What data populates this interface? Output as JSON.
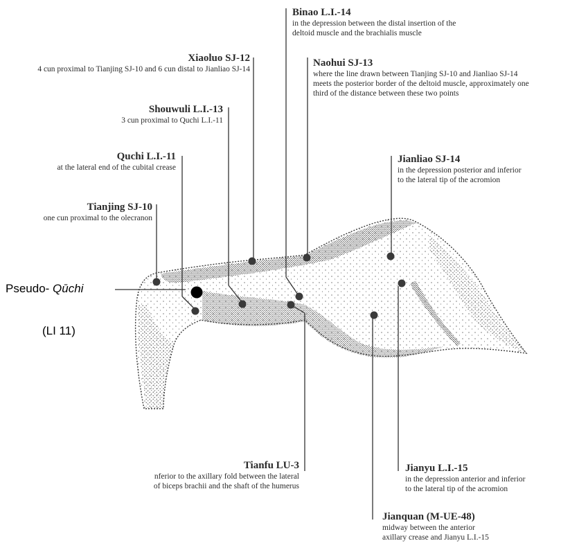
{
  "points": [
    {
      "id": "binao",
      "title": "Binao L.I.-14",
      "desc": [
        "in the depression between the distal insertion of the",
        "deltoid muscle and the brachialis muscle"
      ]
    },
    {
      "id": "xiaoluo",
      "title": "Xiaoluo SJ-12",
      "desc": [
        "4 cun proximal to Tianjing SJ-10 and 6 cun distal to Jianliao SJ-14"
      ]
    },
    {
      "id": "naohui",
      "title": "Naohui SJ-13",
      "desc": [
        "where the line drawn between Tianjing SJ-10 and Jianliao SJ-14",
        "meets the posterior border of the deltoid muscle, approximately one",
        "third of the distance between these two points"
      ]
    },
    {
      "id": "shouwuli",
      "title": "Shouwuli L.I.-13",
      "desc": [
        "3 cun proximal to Quchi L.I.-11"
      ]
    },
    {
      "id": "quchi",
      "title": "Quchi L.I.-11",
      "desc": [
        "at the lateral end of the cubital crease"
      ]
    },
    {
      "id": "jianliao",
      "title": "Jianliao SJ-14",
      "desc": [
        "in the depression posterior and inferior",
        "to the lateral tip of the acromion"
      ]
    },
    {
      "id": "tianjing",
      "title": "Tianjing SJ-10",
      "desc": [
        "one cun proximal to the olecranon"
      ]
    },
    {
      "id": "tianfu",
      "title": "Tianfu LU-3",
      "desc": [
        "nferior to the axillary fold between the lateral",
        "of biceps brachii and the shaft of the humerus"
      ]
    },
    {
      "id": "jianyu",
      "title": "Jianyu L.I.-15",
      "desc": [
        "in the depression anterior and inferior",
        "to the lateral tip of the acromion"
      ]
    },
    {
      "id": "jianquan",
      "title": "Jianquan (M-UE-48)",
      "desc": [
        "midway between the anterior",
        "axillary crease and Jianyu L.I.-15"
      ]
    }
  ],
  "pseudo": {
    "prefix": "Pseudo- ",
    "name": "Qūchi",
    "code": "(LI 11)"
  },
  "colors": {
    "dot": "#3a3a3a",
    "highlight": "#000000",
    "stipple": "#555555",
    "line": "#333333"
  }
}
